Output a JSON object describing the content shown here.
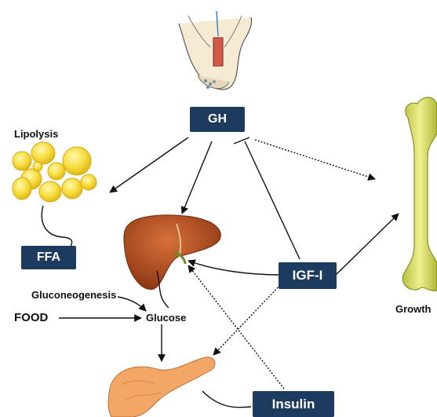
{
  "nodes": {
    "gh": "GH",
    "ffa": "FFA",
    "igf": "IGF-I",
    "insulin": "Insulin"
  },
  "labels": {
    "lipolysis": "Lipolysis",
    "gluconeogenesis": "Gluconeogenesis",
    "food": "FOOD",
    "glucose": "Glucose",
    "growth": "Growth"
  },
  "colors": {
    "box_fill": "#1d3b5e",
    "box_text": "#ffffff",
    "fat_cells": "#f5d63a",
    "liver": "#a8441f",
    "pancreas": "#f0a060",
    "bone": "#d6dc6a"
  },
  "icons": [
    "pituitary-icon",
    "fat-cells-icon",
    "liver-icon",
    "pancreas-icon",
    "bone-icon"
  ]
}
